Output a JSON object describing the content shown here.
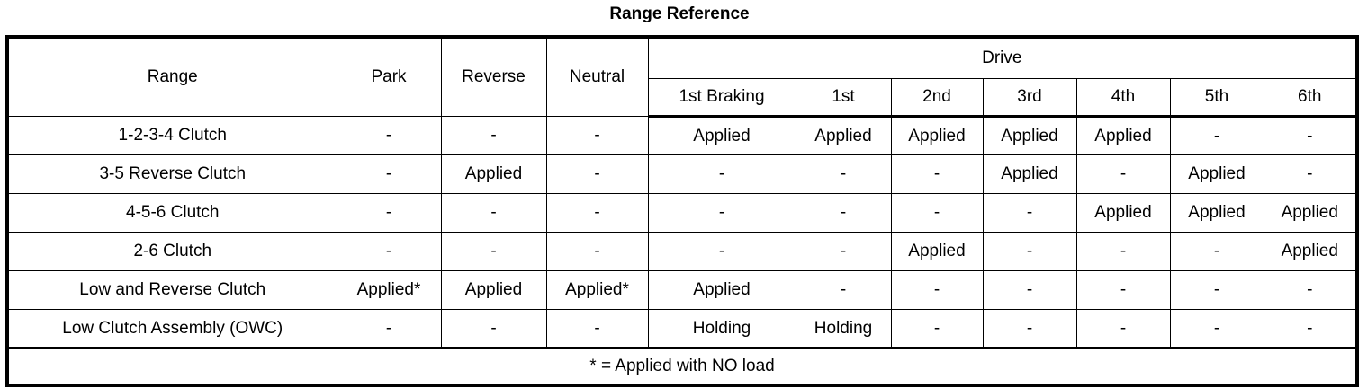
{
  "title": "Range Reference",
  "table": {
    "row_header_label": "Range",
    "group_header": "Drive",
    "columns": [
      "Range",
      "Park",
      "Reverse",
      "Neutral",
      "1st Braking",
      "1st",
      "2nd",
      "3rd",
      "4th",
      "5th",
      "6th"
    ],
    "simple_columns": [
      "Park",
      "Reverse",
      "Neutral"
    ],
    "drive_columns": [
      "1st Braking",
      "1st",
      "2nd",
      "3rd",
      "4th",
      "5th",
      "6th"
    ],
    "rows": [
      {
        "label": "1-2-3-4 Clutch",
        "cells": [
          "-",
          "-",
          "-",
          "Applied",
          "Applied",
          "Applied",
          "Applied",
          "Applied",
          "-",
          "-"
        ]
      },
      {
        "label": "3-5 Reverse Clutch",
        "cells": [
          "-",
          "Applied",
          "-",
          "-",
          "-",
          "-",
          "Applied",
          "-",
          "Applied",
          "-"
        ]
      },
      {
        "label": "4-5-6 Clutch",
        "cells": [
          "-",
          "-",
          "-",
          "-",
          "-",
          "-",
          "-",
          "Applied",
          "Applied",
          "Applied"
        ]
      },
      {
        "label": "2-6 Clutch",
        "cells": [
          "-",
          "-",
          "-",
          "-",
          "-",
          "Applied",
          "-",
          "-",
          "-",
          "Applied"
        ]
      },
      {
        "label": "Low and Reverse Clutch",
        "cells": [
          "Applied*",
          "Applied",
          "Applied*",
          "Applied",
          "-",
          "-",
          "-",
          "-",
          "-",
          "-"
        ]
      },
      {
        "label": "Low Clutch Assembly (OWC)",
        "cells": [
          "-",
          "-",
          "-",
          "Holding",
          "Holding",
          "-",
          "-",
          "-",
          "-",
          "-"
        ]
      }
    ],
    "footnote": "* = Applied with NO load"
  },
  "colors": {
    "background": "#ffffff",
    "text": "#000000",
    "border": "#000000"
  }
}
